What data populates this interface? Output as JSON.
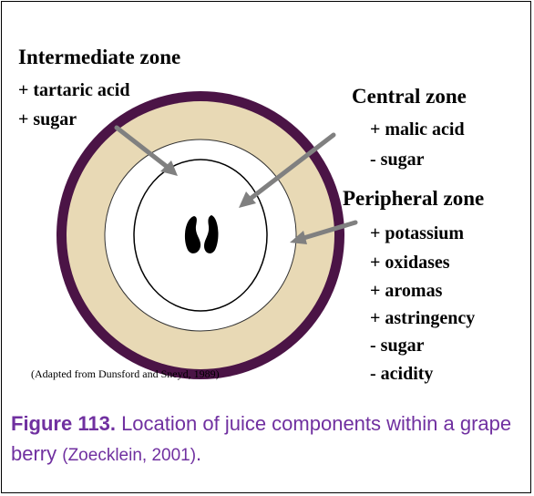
{
  "diagram": {
    "zones": {
      "intermediate": {
        "title": "Intermediate zone",
        "items": [
          "+ tartaric acid",
          "+ sugar"
        ]
      },
      "central": {
        "title": "Central zone",
        "items": [
          "+ malic acid",
          "- sugar"
        ]
      },
      "peripheral": {
        "title": "Peripheral zone",
        "items": [
          "+ potassium",
          "+ oxidases",
          "+ aromas",
          "+ astringency",
          "- sugar",
          "- acidity"
        ]
      }
    },
    "source_note": "(Adapted from Dunsford and Sneyd, 1989)",
    "colors": {
      "skin": "#4b1446",
      "pulp": "#e8d9b5",
      "arrow": "#808080",
      "seed": "#000000"
    }
  },
  "caption": {
    "figure_label": "Figure 113.",
    "text": " Location of juice components within a grape berry ",
    "citation": "(Zoecklein, 2001)",
    "end": ".",
    "color": "#7030a0"
  }
}
